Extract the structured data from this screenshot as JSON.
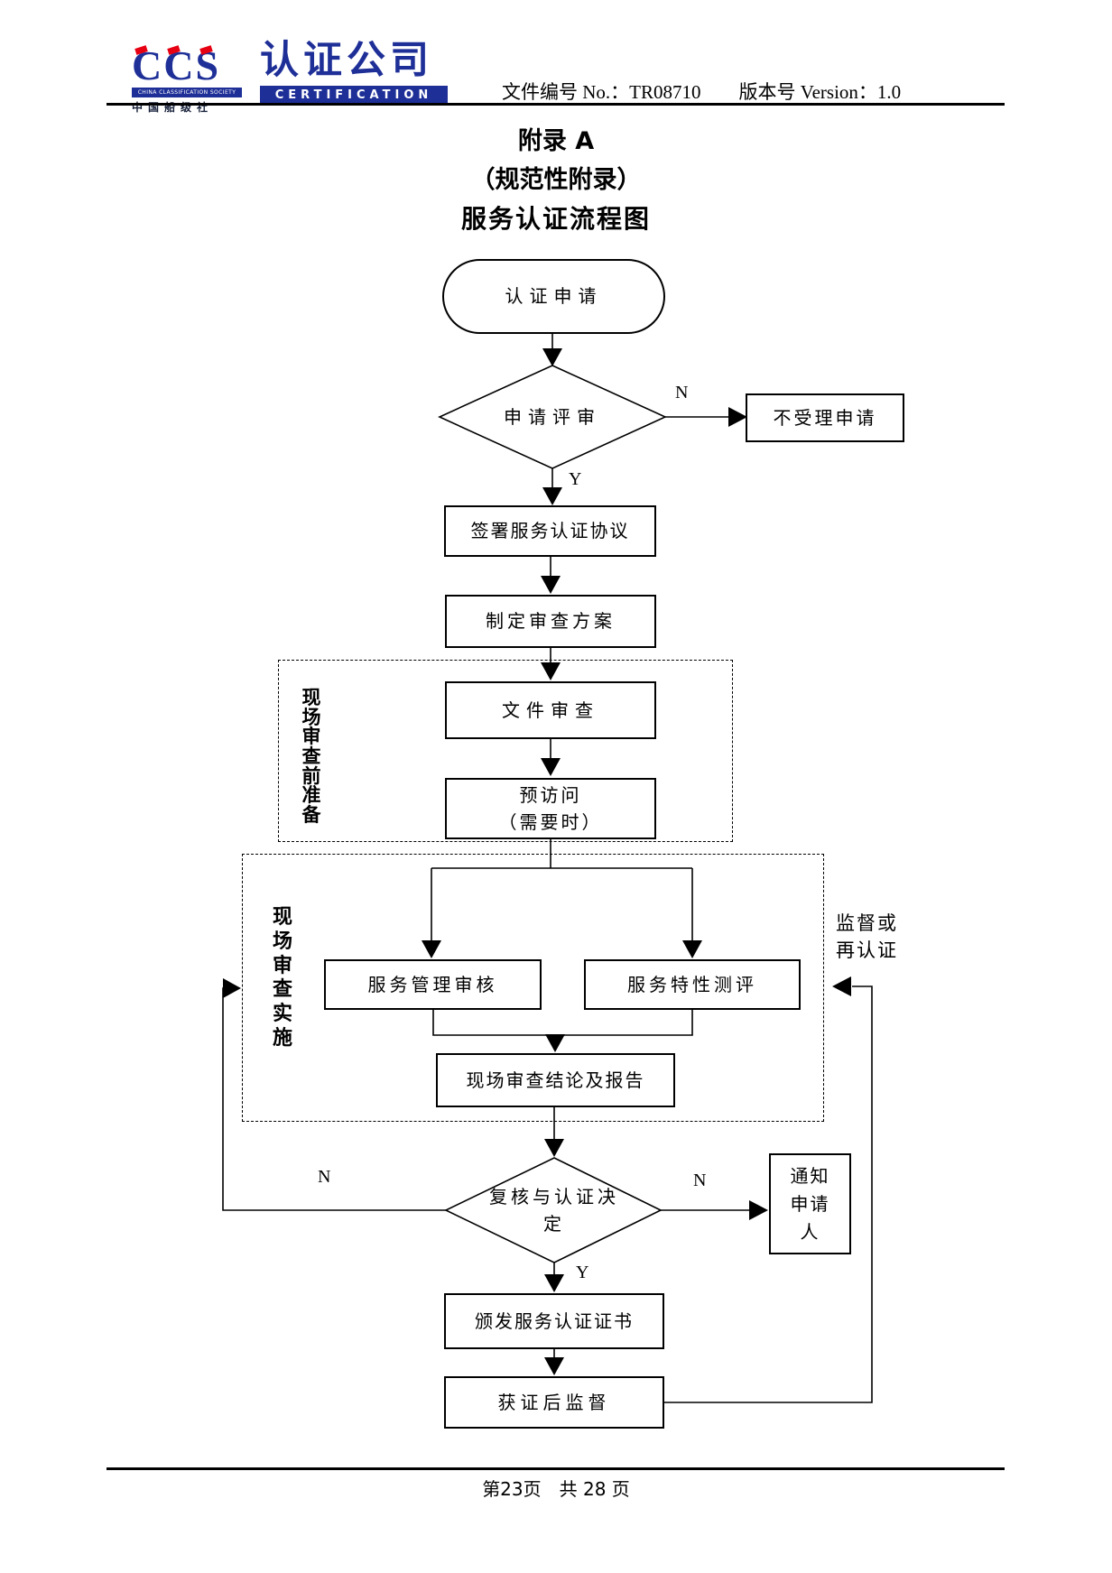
{
  "header": {
    "logo": {
      "ccs": "CCS",
      "society": "CHINA CLASSIFICATION SOCIETY",
      "cn_name": "中国船级社",
      "cert_cn": "认证公司",
      "cert_en": "CERTIFICATION"
    },
    "doc_number": "文件编号 No.：TR08710",
    "version": "版本号 Version：1.0"
  },
  "titles": {
    "appendix": "附录 A",
    "subtitle": "（规范性附录）",
    "flow_title": "服务认证流程图"
  },
  "fc": {
    "nodes": {
      "start": "认证申请",
      "review": "申请评审",
      "reject": "不受理申请",
      "sign": "签署服务认证协议",
      "plan": "制定审查方案",
      "doc_review": "文件审查",
      "pre_visit": "预访问\n（需要时）",
      "mgmt_audit": "服务管理审核",
      "char_eval": "服务特性测评",
      "conclusion": "现场审查结论及报告",
      "decision": "复核与认证决\n定",
      "notify": "通知\n申请\n人",
      "issue": "颁发服务认证证书",
      "post_cert": "获证后监督"
    },
    "groups": {
      "pre_onsite": "现场审查前准备",
      "onsite": "现场审查实施"
    },
    "labels": {
      "n1": "N",
      "y1": "Y",
      "n_left": "N",
      "n_right": "N",
      "y2": "Y",
      "supervision": "监督或\n再认证"
    }
  },
  "footer": {
    "page_info": "第23页　共 28 页"
  },
  "colors": {
    "brand_blue": "#1e2f97",
    "accent_red": "#e60012",
    "line_black": "#000000"
  }
}
